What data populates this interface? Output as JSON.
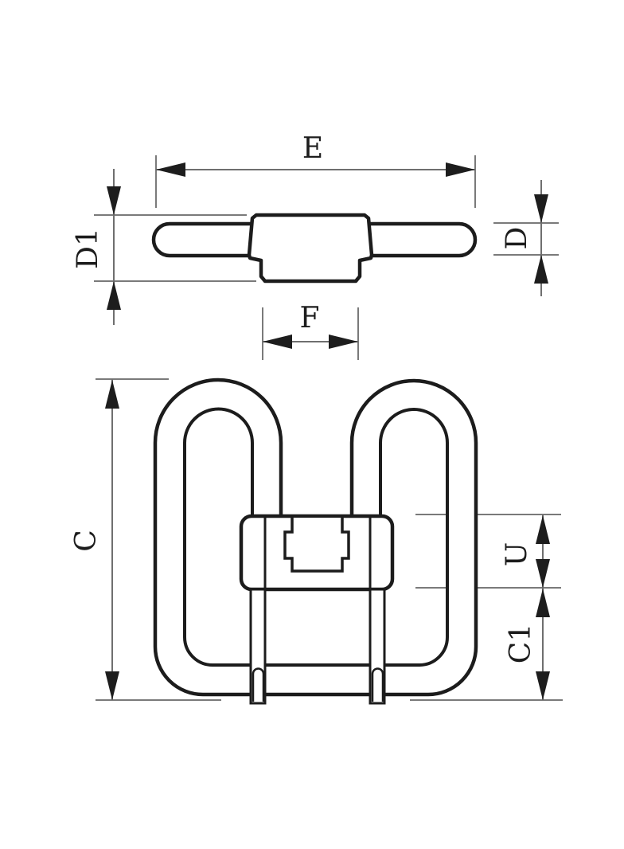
{
  "colors": {
    "background": "#ffffff",
    "outline": "#1c1c1c",
    "dimension_lines": "#6f6f6f"
  },
  "side_view": {
    "dim_overall_width": "E",
    "dim_base_height": "D1",
    "dim_tube_diameter": "D",
    "dim_base_width": "F"
  },
  "front_view": {
    "dim_overall_height": "C",
    "dim_base_block_height": "U",
    "dim_base_to_pin_end": "C1"
  }
}
